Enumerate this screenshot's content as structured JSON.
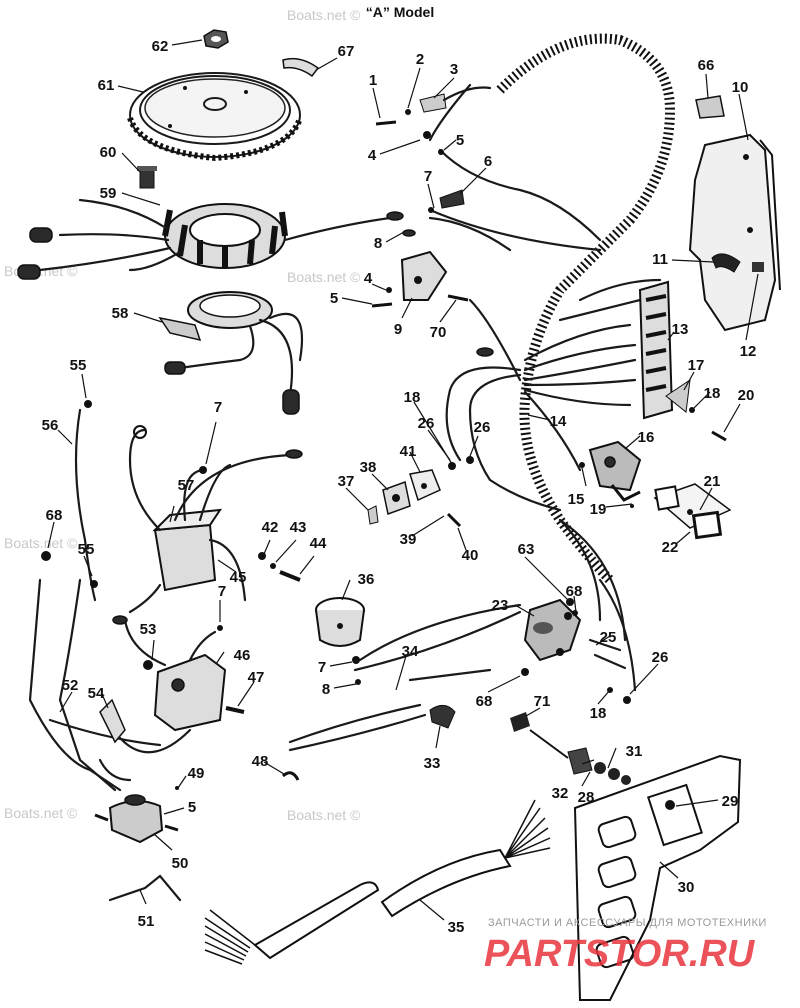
{
  "title": "“A” Model",
  "watermarks": [
    "Boats.net ©",
    "Boats.net ©",
    "Boats.net ©",
    "Boats.net ©",
    "Boats.net ©",
    "Boats.net ©"
  ],
  "logo": {
    "tagline": "ЗАПЧАСТИ И АКСЕССУАРЫ ДЛЯ МОТОТЕХНИКИ",
    "brand": "PARTSTOR.RU",
    "color": "#e8343d"
  },
  "callouts": [
    "1",
    "2",
    "3",
    "4",
    "5",
    "6",
    "7",
    "8",
    "4",
    "5",
    "9",
    "70",
    "10",
    "11",
    "12",
    "13",
    "14",
    "15",
    "16",
    "17",
    "18",
    "19",
    "20",
    "21",
    "22",
    "23",
    "25",
    "26",
    "26",
    "18",
    "28",
    "29",
    "30",
    "31",
    "32",
    "33",
    "34",
    "35",
    "36",
    "37",
    "38",
    "39",
    "40",
    "41",
    "18",
    "26",
    "42",
    "43",
    "44",
    "45",
    "46",
    "47",
    "48",
    "49",
    "5",
    "50",
    "51",
    "52",
    "53",
    "54",
    "55",
    "55",
    "56",
    "57",
    "58",
    "59",
    "60",
    "61",
    "62",
    "63",
    "66",
    "67",
    "68",
    "68",
    "68",
    "7",
    "7",
    "7",
    "8",
    "71"
  ]
}
